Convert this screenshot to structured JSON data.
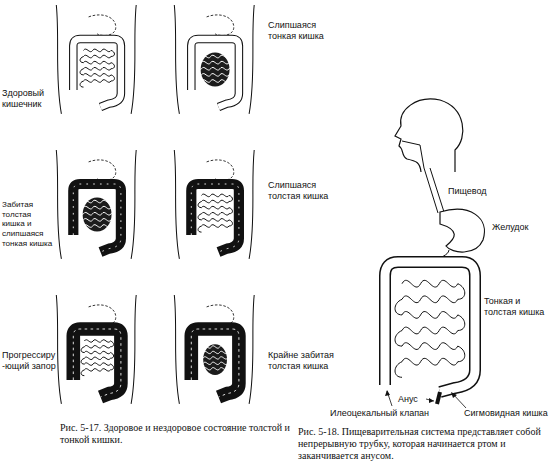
{
  "diagram": {
    "labels": [
      "Здоровый кишечник",
      "Слипшаяся тонкая кишка",
      "Забитая толстая кишка и слипшаяся тонкая кишка",
      "Слипшаяся толстая кишка",
      "Прогрессиру-ющий запор",
      "Крайне забитая толстая кишка",
      "Рис. 5-17. Здоровое и нездоровое состояние толстой и тонкой кишки.",
      "Пищевод",
      "Желудок",
      "Тонкая и толстая кишка",
      "Анус",
      "Илеоцекальный клапан",
      "Сигмовидная кишка",
      "Рис. 5-18. Пищеварительная система представляет собой непрерывную трубку, которая начинается ртом и заканчивается анусом."
    ]
  }
}
